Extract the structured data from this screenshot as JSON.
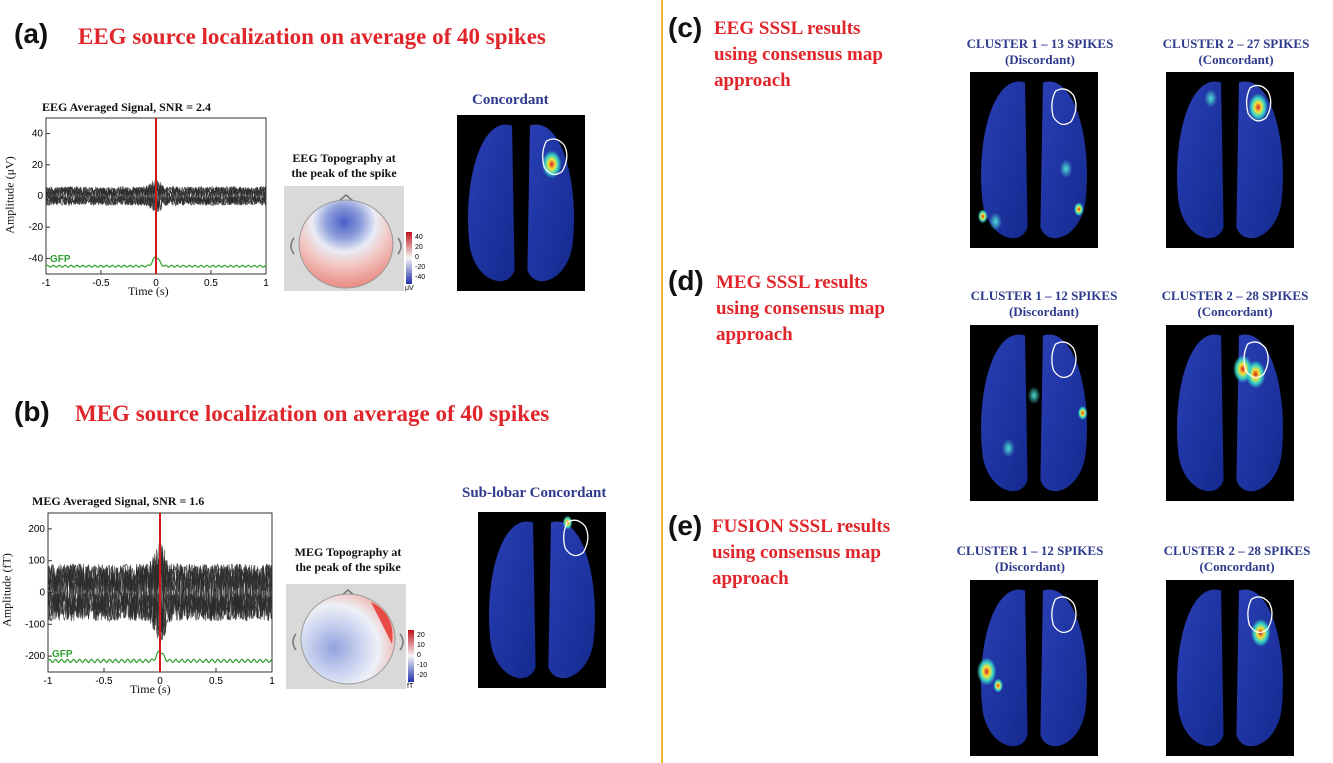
{
  "colors": {
    "accent_red": "#e0262b",
    "label_blue": "#2e3a8c",
    "divider": "#f0b428",
    "gfp_green": "#2fa12f",
    "spike_marker": "#d11a1a"
  },
  "panel_a": {
    "letter": "(a)",
    "title": "EEG source localization on average of 40 spikes",
    "plot_title": "EEG Averaged Signal, SNR = 2.4",
    "ylabel": "Amplitude (μV)",
    "xlabel": "Time (s)",
    "gfp_label": "GFP",
    "topo_title_1": "EEG Topography at",
    "topo_title_2": "the peak of the spike",
    "colorbar_ticks": [
      "40",
      "20",
      "0",
      "-20",
      "-40"
    ],
    "colorbar_unit": "μV",
    "result_label": "Concordant"
  },
  "panel_b": {
    "letter": "(b)",
    "title": "MEG source localization on average of 40 spikes",
    "plot_title": "MEG Averaged Signal, SNR = 1.6",
    "ylabel": "Amplitude (fT)",
    "xlabel": "Time (s)",
    "gfp_label": "GFP",
    "topo_title_1": "MEG Topography at",
    "topo_title_2": "the peak of the spike",
    "colorbar_ticks": [
      "20",
      "10",
      "0",
      "-10",
      "-20"
    ],
    "colorbar_unit": "fT",
    "result_label": "Sub-lobar Concordant"
  },
  "panel_c": {
    "letter": "(c)",
    "title_1": "EEG SSSL results",
    "title_2": "using consensus map",
    "title_3": "approach",
    "cluster1_name": "CLUSTER 1 – 13 SPIKES",
    "cluster1_label": "(Discordant)",
    "cluster2_name": "CLUSTER 2 – 27 SPIKES",
    "cluster2_label": "(Concordant)"
  },
  "panel_d": {
    "letter": "(d)",
    "title_1": "MEG SSSL results",
    "title_2": "using consensus map",
    "title_3": "approach",
    "cluster1_name": "CLUSTER 1 – 12 SPIKES",
    "cluster1_label": "(Discordant)",
    "cluster2_name": "CLUSTER 2 – 28 SPIKES",
    "cluster2_label": "(Concordant)"
  },
  "panel_e": {
    "letter": "(e)",
    "title_1": "FUSION SSSL results",
    "title_2": "using consensus map",
    "title_3": "approach",
    "cluster1_name": "CLUSTER 1 – 12 SPIKES",
    "cluster1_label": "(Discordant)",
    "cluster2_name": "CLUSTER 2 – 28 SPIKES",
    "cluster2_label": "(Concordant)"
  },
  "chart_data": [
    {
      "type": "line",
      "title": "EEG Averaged Signal, SNR = 2.4",
      "xlabel": "Time (s)",
      "ylabel": "Amplitude (μV)",
      "xlim": [
        -1,
        1
      ],
      "ylim": [
        -50,
        50
      ],
      "x_ticks": [
        "-1",
        "-0.5",
        "0",
        "0.5",
        "1"
      ],
      "y_ticks": [
        "40",
        "20",
        "0",
        "-20",
        "-40"
      ],
      "series": [
        {
          "name": "GFP"
        }
      ],
      "markers": [
        {
          "x": 0
        }
      ]
    },
    {
      "type": "line",
      "title": "MEG Averaged Signal, SNR = 1.6",
      "xlabel": "Time (s)",
      "ylabel": "Amplitude (fT)",
      "xlim": [
        -1,
        1
      ],
      "ylim": [
        -250,
        250
      ],
      "x_ticks": [
        "-1",
        "-0.5",
        "0",
        "0.5",
        "1"
      ],
      "y_ticks": [
        "200",
        "100",
        "0",
        "-100",
        "-200"
      ],
      "series": [
        {
          "name": "GFP"
        }
      ],
      "markers": [
        {
          "x": 0
        }
      ]
    }
  ]
}
